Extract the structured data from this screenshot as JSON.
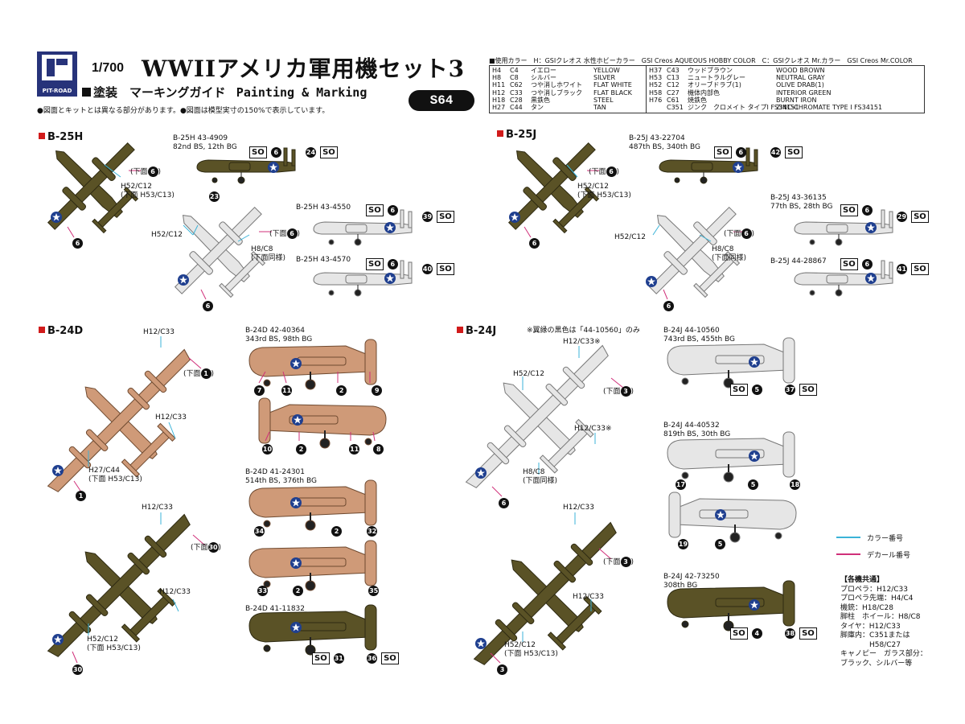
{
  "header": {
    "logo_text": "PIT-ROAD",
    "scale": "1/700",
    "title": "WWIIアメリカ軍用機セット3",
    "subtitle_jp": "塗装　マーキングガイド",
    "subtitle_en": "Painting & Marking",
    "code": "S64",
    "note1": "●図面とキットとは異なる部分があります。●図面は模型実寸の150%で表示しています。"
  },
  "colors": {
    "title": "■使用カラー　H：GSIクレオス 水性ホビーカラー　GSI Creos AQUEOUS HOBBY COLOR　C：GSIクレオス Mr.カラー　GSI Creos Mr.COLOR",
    "left_rows": [
      [
        "H4",
        "C4",
        "イエロー",
        "YELLOW"
      ],
      [
        "H8",
        "C8",
        "シルバー",
        "SILVER"
      ],
      [
        "H11",
        "C62",
        "つや消しホワイト",
        "FLAT WHITE"
      ],
      [
        "H12",
        "C33",
        "つや消しブラック",
        "FLAT BLACK"
      ],
      [
        "H18",
        "C28",
        "黒鉄色",
        "STEEL"
      ],
      [
        "H27",
        "C44",
        "タン",
        "TAN"
      ]
    ],
    "right_rows": [
      [
        "H37",
        "C43",
        "ウッドブラウン",
        "WOOD BROWN"
      ],
      [
        "H53",
        "C13",
        "ニュートラルグレー",
        "NEUTRAL GRAY"
      ],
      [
        "H52",
        "C12",
        "オリーブドラブ(1)",
        "OLIVE DRAB(1)"
      ],
      [
        "H58",
        "C27",
        "機体内部色",
        "INTERIOR GREEN"
      ],
      [
        "H76",
        "C61",
        "焼鉄色",
        "BURNT IRON"
      ],
      [
        "",
        "C351",
        "ジンク　クロメイト タイプI FS34151",
        "ZINC-CHROMATE TYPE I FS34151"
      ]
    ]
  },
  "sections": {
    "b25h": "B-25H",
    "b25j": "B-25J",
    "b24d": "B-24D",
    "b24j": "B-24J"
  },
  "b25h": {
    "ac1": "B-25H 43-4909",
    "ac1_unit": "82nd BS, 12th BG",
    "ac2": "B-25H 43-4550",
    "ac3": "B-25H 43-4570",
    "plan_lbl1": "H52/C12",
    "plan_lbl1b": "(下面 H53/C13)",
    "plan_lbl2": "H52/C12",
    "plan_lbl3": "H8/C8",
    "plan_lbl3b": "(下面同様)",
    "under6": "(下面",
    "n6": "6",
    "n23": "23",
    "n24": "24",
    "n39": "39",
    "n40": "40"
  },
  "b25j": {
    "ac1": "B-25J 43-22704",
    "ac1_unit": "487th BS, 340th BG",
    "ac2": "B-25J 43-36135",
    "ac2_unit": "77th BS, 28th BG",
    "ac3": "B-25J 44-28867",
    "plan_lbl1": "H52/C12",
    "plan_lbl1b": "(下面 H53/C13)",
    "plan_lbl2": "H52/C12",
    "plan_lbl3": "H8/C8",
    "plan_lbl3b": "(下面同様)",
    "n6": "6",
    "n42": "42",
    "n29": "29",
    "n41": "41"
  },
  "b24d": {
    "ac1": "B-24D 42-40364",
    "ac1_unit": "343rd BS, 98th BG",
    "ac2": "B-24D 41-24301",
    "ac2_unit": "514th BS, 376th BG",
    "ac3": "B-24D 41-11832",
    "plan1_lbl1": "H12/C33",
    "plan1_lbl2": "H12/C33",
    "plan1_lbl3": "H27/C44",
    "plan1_lbl3b": "(下面 H53/C13)",
    "plan2_lbl1": "H12/C33",
    "plan2_lbl2": "H12/C33",
    "plan2_lbl3": "H52/C12",
    "plan2_lbl3b": "(下面 H53/C13)",
    "n1": "1",
    "n2": "2",
    "n7": "7",
    "n8": "8",
    "n9": "9",
    "n10": "10",
    "n11": "11",
    "n30": "30",
    "n31": "31",
    "n32": "32",
    "n33": "33",
    "n34": "34",
    "n35": "35",
    "n36": "36"
  },
  "b24j": {
    "note": "※翼縁の黒色は「44-10560」のみ",
    "ac1": "B-24J 44-10560",
    "ac1_unit": "743rd BS, 455th BG",
    "ac2": "B-24J 44-40532",
    "ac2_unit": "819th BS, 30th BG",
    "ac3": "B-24J 42-73250",
    "ac3_unit": "308th BG",
    "plan1_lbl1": "H12/C33※",
    "plan1_lbl2": "H52/C12",
    "plan1_lbl3": "H12/C33※",
    "plan1_lbl4": "H8/C8",
    "plan1_lbl4b": "(下面同様)",
    "plan2_lbl1": "H12/C33",
    "plan2_lbl2": "H12/C33",
    "plan2_lbl3": "H52/C12",
    "plan2_lbl3b": "(下面 H53/C13)",
    "n3": "3",
    "n4": "4",
    "n5": "5",
    "n6": "6",
    "n17": "17",
    "n18": "18",
    "n19": "19",
    "n37": "37",
    "n38": "38"
  },
  "so": "SO",
  "legend": {
    "color_no": "カラー番号",
    "decal_no": "デカール番号"
  },
  "common": {
    "title": "【各機共通】",
    "rows": [
      "プロペラ：H12/C33",
      "プロペラ先端：H4/C4",
      "機銃：H18/C28",
      "脚柱　ホイール：H8/C8",
      "タイヤ：H12/C33",
      "脚庫内：C351または",
      "　　　　H58/C27",
      "キャノピー　ガラス部分：",
      "ブラック、シルバー等"
    ]
  },
  "palette": {
    "olive": "#5a5226",
    "tan": "#cf9a78",
    "silver": "#e6e6e6",
    "cyan_line": "#3bb3d8",
    "magenta_line": "#d0307a",
    "red_square": "#d11b1b"
  }
}
